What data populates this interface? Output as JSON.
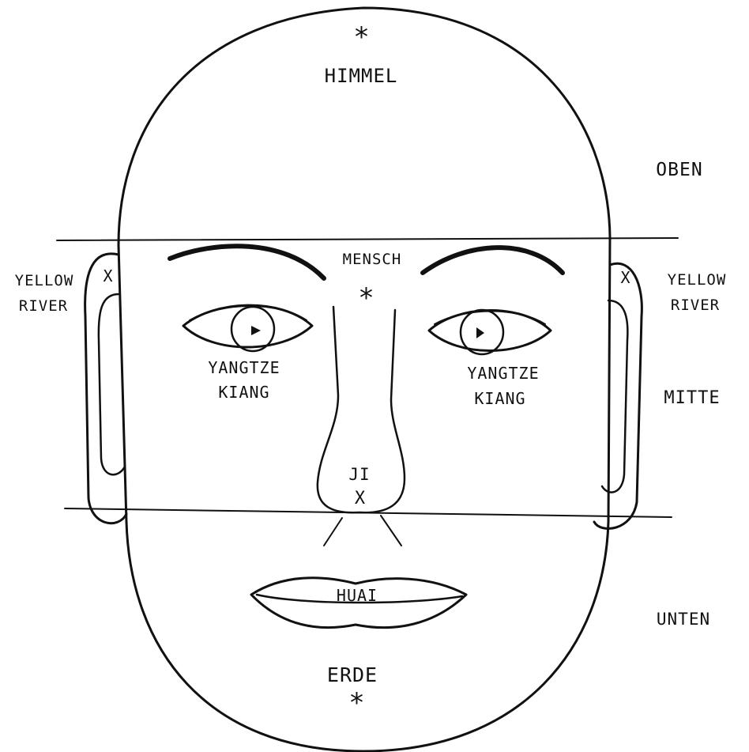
{
  "colors": {
    "ink": "#111111",
    "paper": "#ffffff"
  },
  "labels": {
    "himmel": "HIMMEL",
    "oben": "OBEN",
    "mensch": "MENSCH",
    "yellow_river_left": [
      "YELLOW",
      "RIVER"
    ],
    "yellow_river_right": [
      "YELLOW",
      "RIVER"
    ],
    "ear_mark": "X",
    "yangtze_left": [
      "YANGTZE",
      "KIANG"
    ],
    "yangtze_right": [
      "YANGTZE",
      "KIANG"
    ],
    "mitte": "MITTE",
    "ji": "JI",
    "ji_mark": "X",
    "huai": "HUAI",
    "unten": "UNTEN",
    "erde": "ERDE",
    "star": "*"
  },
  "icons": [
    "head-outline",
    "ear-left",
    "ear-right",
    "eyebrow-left",
    "eyebrow-right",
    "eye-left",
    "eye-right",
    "nose",
    "mouth"
  ]
}
